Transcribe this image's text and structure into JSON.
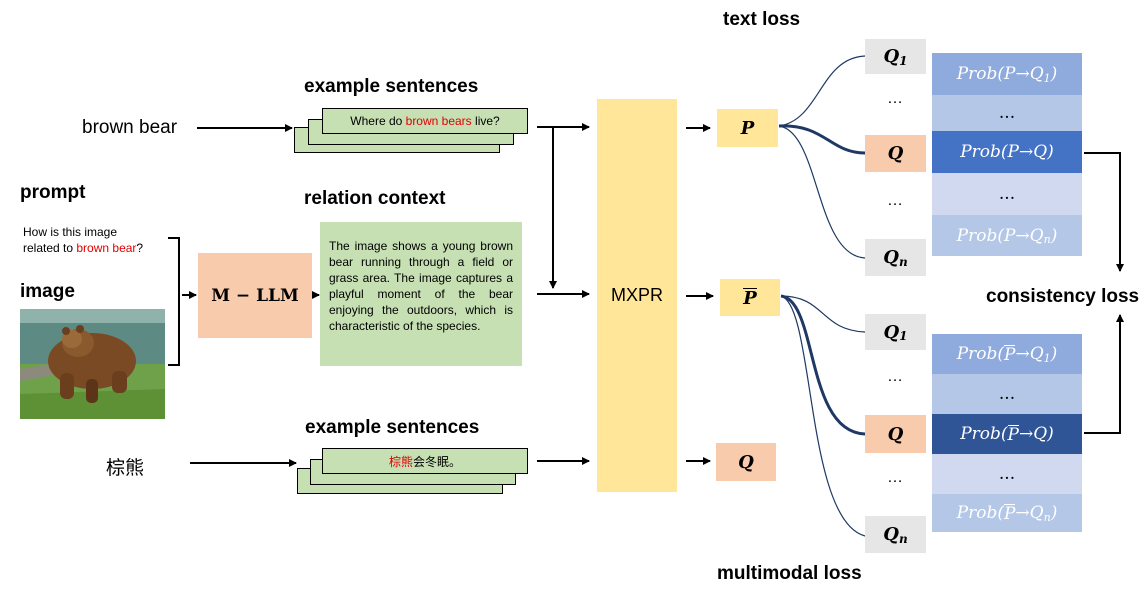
{
  "headings": {
    "example_sentences_top": "example sentences",
    "relation_context": "relation context",
    "prompt": "prompt",
    "image": "image",
    "example_sentences_bottom": "example sentences",
    "text_loss": "text loss",
    "consistency_loss": "consistency loss",
    "multimodal_loss": "multimodal loss"
  },
  "inputs": {
    "english_word": "brown bear",
    "chinese_word": "棕熊"
  },
  "prompt_text": {
    "line1": "How is this image",
    "line2_prefix": "related to ",
    "line2_highlight": "brown bear",
    "line2_suffix": "?"
  },
  "example_top": {
    "prefix": "Where do ",
    "highlight": "brown bears",
    "suffix": " live?"
  },
  "example_bottom": {
    "highlight": "棕熊",
    "suffix": "会冬眠。"
  },
  "mllm_label": "M − LLM",
  "context_text": "The image shows a young brown bear running through a field or grass area. The image captures a playful moment of the bear enjoying the outdoors, which is characteristic of the species.",
  "mxpr_label": "MXPR",
  "nodes": {
    "p": "P",
    "pbar": "P",
    "q": "Q",
    "q_letter": "Q",
    "sub_1": "1",
    "sub_n": "n"
  },
  "ellipsis": "...",
  "ellipsis_dots": "…",
  "prob": {
    "prob": "Prob",
    "open": "(",
    "close": ")",
    "arrow": "→",
    "p": "P",
    "q": "Q",
    "sub_1": "1",
    "sub_n": "n"
  },
  "colors": {
    "yellow": "#ffe699",
    "peach": "#f8cbad",
    "green": "#c6e0b4",
    "grey": "#e7e6e6",
    "prob_light": "#8faadc",
    "prob_pale": "#b4c7e7",
    "prob_paler": "#d0d9ef",
    "prob_dark_top": "#4472c4",
    "prob_dark_bottom": "#2f5597",
    "line_dark": "#1f3864",
    "red": "#e00000"
  }
}
